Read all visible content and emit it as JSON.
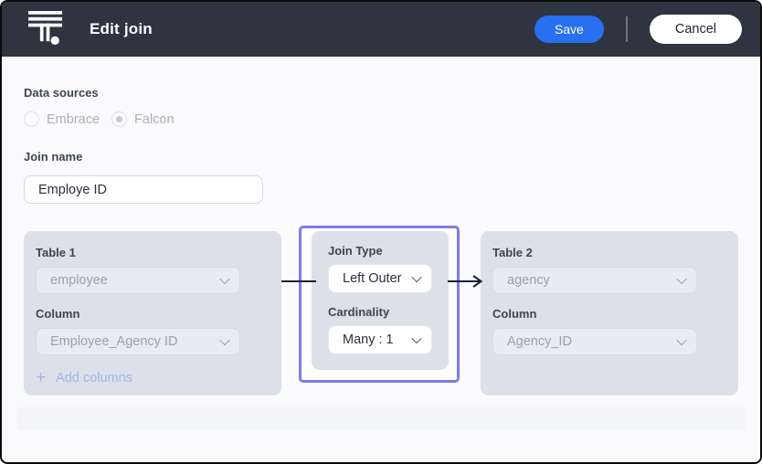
{
  "header": {
    "logo_icon": "thoughtspot-logo",
    "title": "Edit join",
    "save_label": "Save",
    "cancel_label": "Cancel"
  },
  "colors": {
    "header_bg": "#2e3440",
    "accent_blue": "#2770ef",
    "panel_bg": "#dce0e9",
    "highlight_border": "#7b7ce8",
    "disabled_text": "#9aa1ad",
    "link_blue": "#9cb4ed"
  },
  "data_sources": {
    "label": "Data sources",
    "options": [
      {
        "label": "Embrace",
        "selected": false,
        "disabled": true
      },
      {
        "label": "Falcon",
        "selected": true,
        "disabled": true
      }
    ]
  },
  "join_name": {
    "label": "Join name",
    "value": "Employe ID"
  },
  "table1": {
    "label": "Table 1",
    "table_value": "employee",
    "column_label": "Column",
    "column_value": "Employee_Agency ID",
    "add_columns_plus": "+",
    "add_columns_label": "Add columns"
  },
  "join_settings": {
    "join_type_label": "Join Type",
    "join_type_value": "Left Outer",
    "cardinality_label": "Cardinality",
    "cardinality_value": "Many : 1"
  },
  "table2": {
    "label": "Table 2",
    "table_value": "agency",
    "column_label": "Column",
    "column_value": "Agency_ID"
  }
}
